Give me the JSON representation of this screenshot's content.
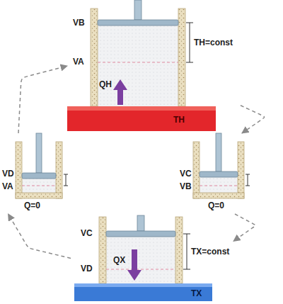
{
  "diagram": {
    "nodes": [
      {
        "text": [
          "VB",
          "VA",
          "TH=const",
          "QH",
          "TH"
        ]
      },
      {
        "text": [
          "VD",
          "VA",
          "Q=0"
        ]
      },
      {
        "text": [
          "VC",
          "VB",
          "Q=0"
        ]
      },
      {
        "text": [
          "VC",
          "VD",
          "TX=const",
          "QX",
          "TX"
        ]
      }
    ],
    "edges": [
      {
        "from": 0,
        "to": 2,
        "arrow": "to"
      },
      {
        "from": 2,
        "to": 3,
        "arrow": "to"
      },
      {
        "from": 3,
        "to": 1,
        "arrow": "to"
      },
      {
        "from": 1,
        "to": 0,
        "arrow": "to"
      }
    ]
  }
}
